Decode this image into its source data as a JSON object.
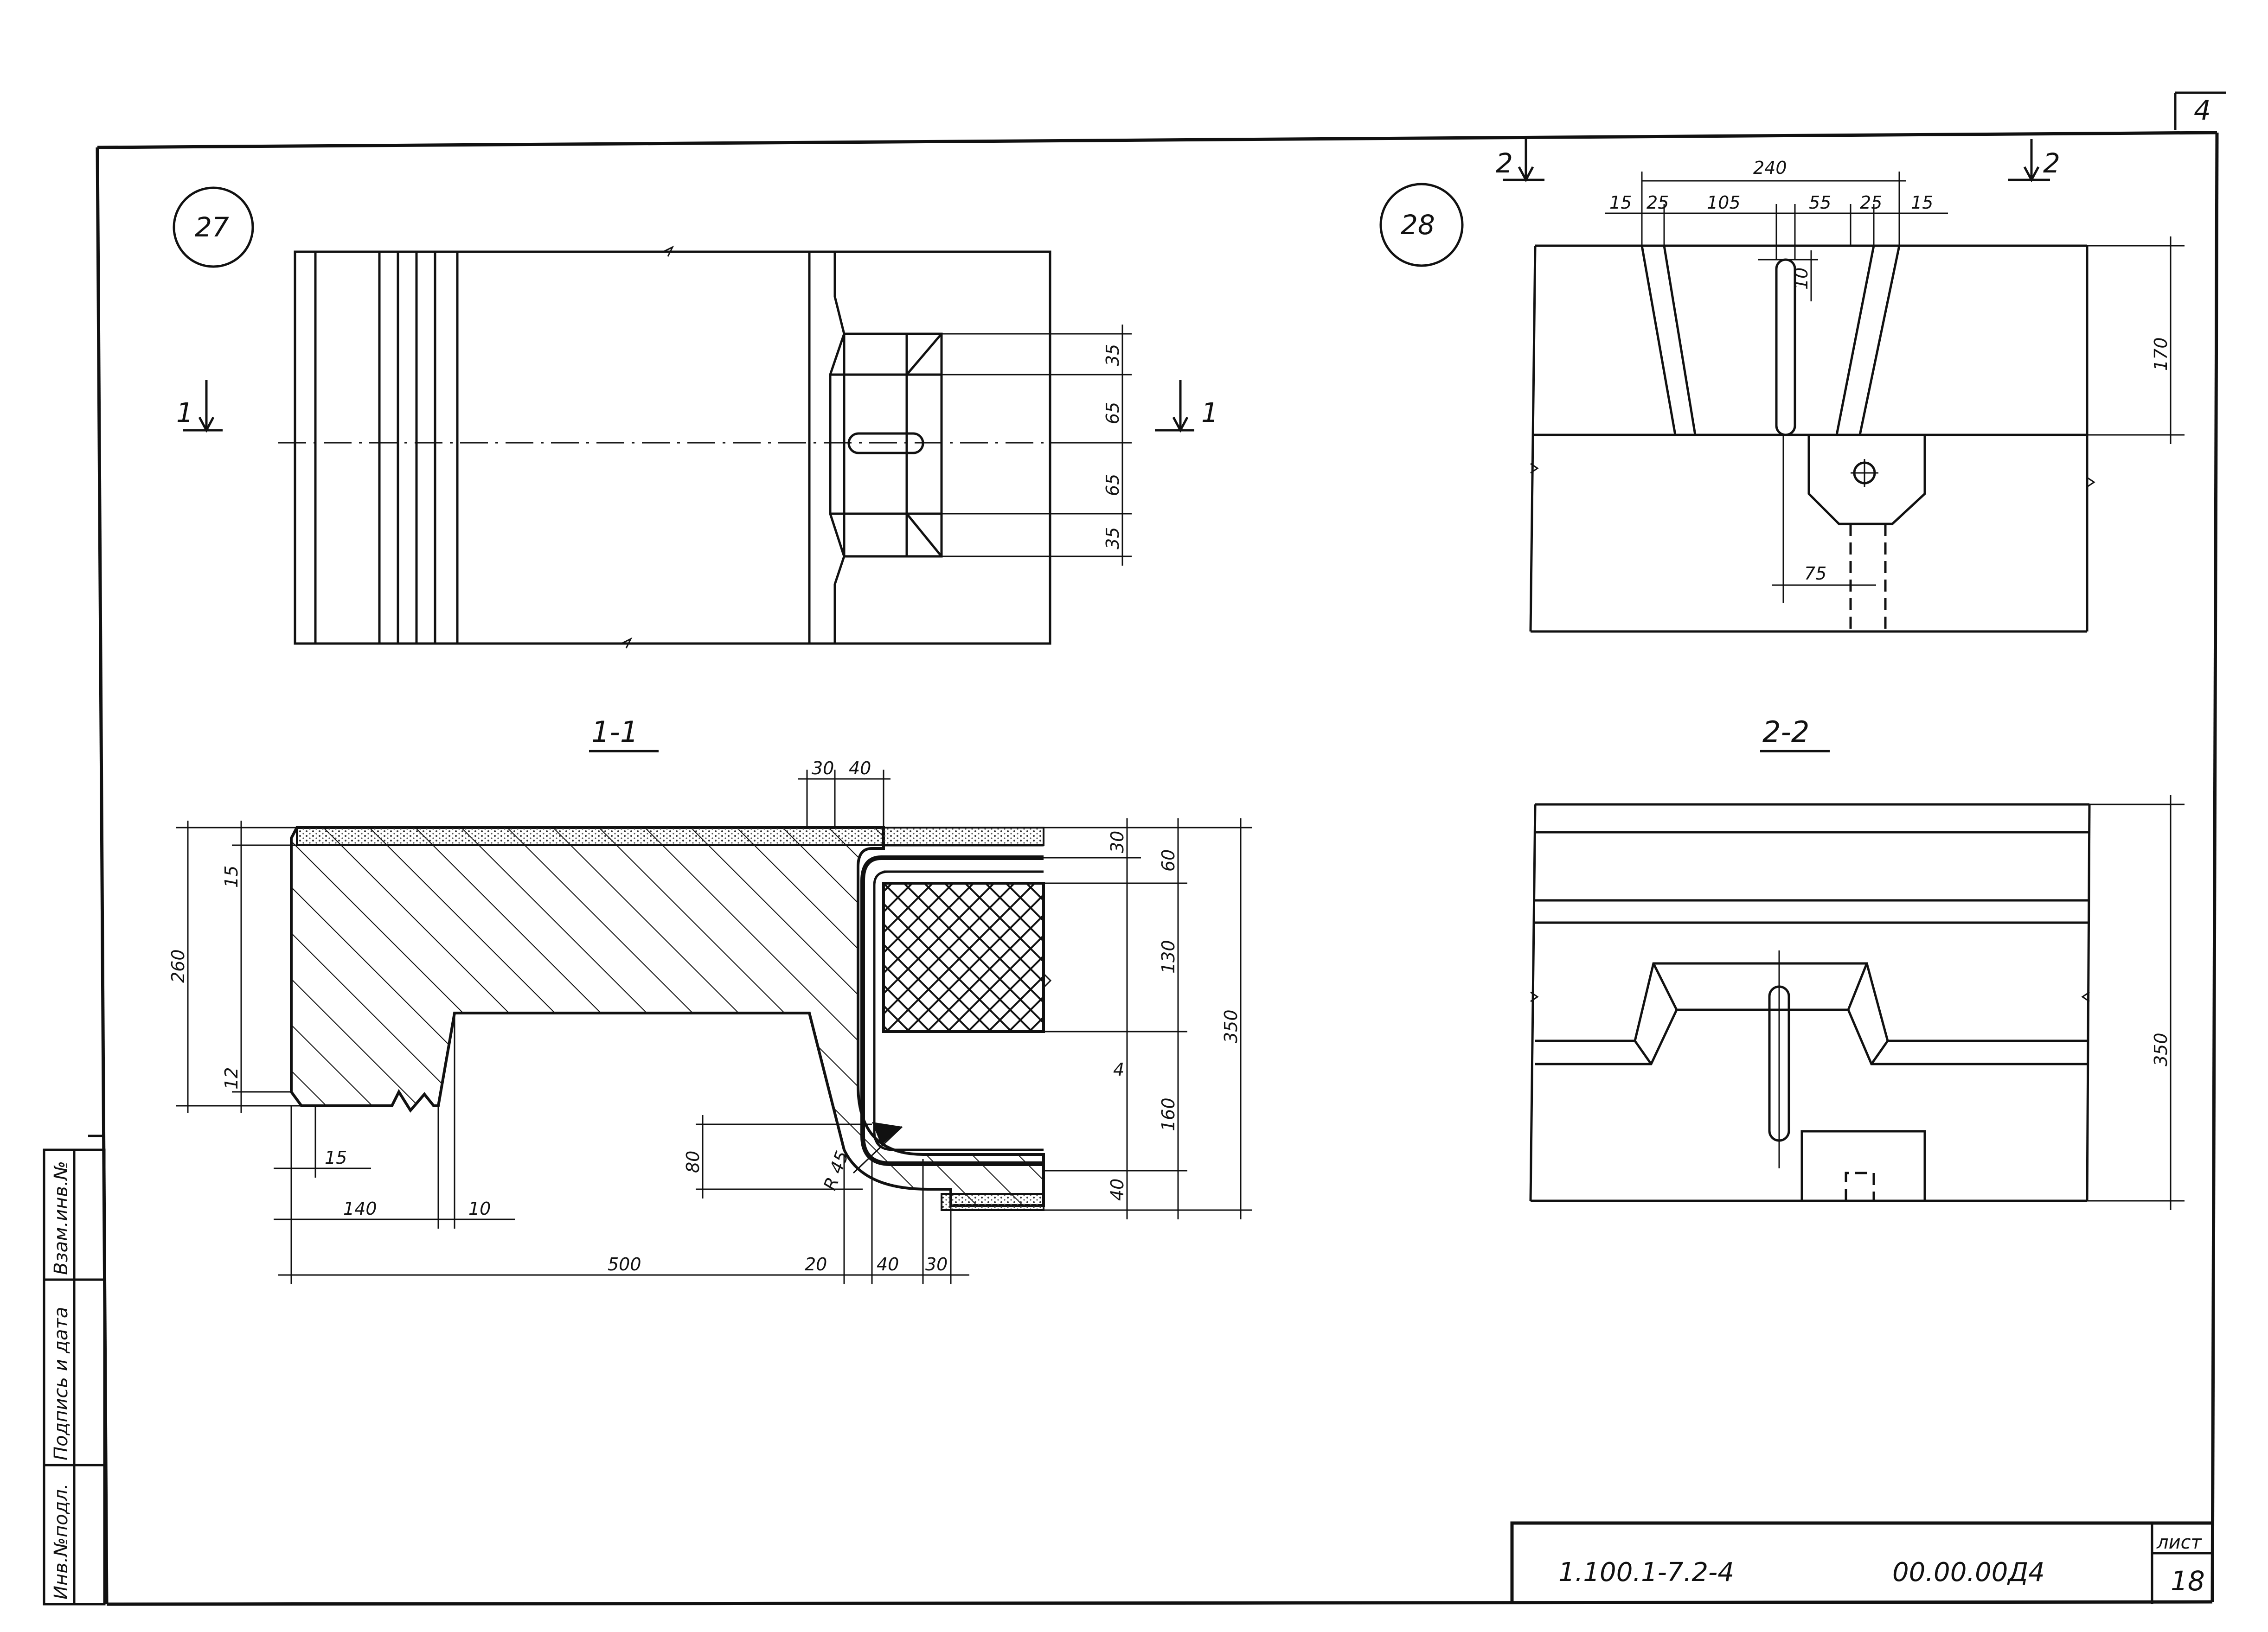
{
  "sheet": {
    "page_label": "лист",
    "page_number": "18",
    "corner_mark": "4",
    "code_left": "1.100.1-7.2-4",
    "code_right": "00.00.00Д4"
  },
  "side_stamp": {
    "inv_orig": "Инв.№подл.",
    "sign_date": "Подпись и дата",
    "replaced": "Взам.инв.№"
  },
  "node27": {
    "label": "27",
    "cut_label": "1",
    "dims": [
      "35",
      "65",
      "65",
      "35"
    ]
  },
  "node28": {
    "label": "28",
    "cut_label": "2",
    "top_total": "240",
    "top_parts": [
      "15",
      "25",
      "105",
      "55",
      "25",
      "15"
    ],
    "dim_10": "10",
    "dim_170": "170",
    "dim_75": "75"
  },
  "section11": {
    "title": "1-1",
    "dims_top": [
      "30",
      "40"
    ],
    "dims_right": [
      "30",
      "60",
      "130",
      "160",
      "40"
    ],
    "dim_total_right": "350",
    "dims_left": [
      "15",
      "260",
      "12"
    ],
    "dims_bottom": [
      "15",
      "140",
      "10",
      "500",
      "20",
      "40",
      "30"
    ],
    "dim_80": "80",
    "radius": "R 45",
    "mark_4": "4"
  },
  "section22": {
    "title": "2-2",
    "dim_350": "350"
  }
}
